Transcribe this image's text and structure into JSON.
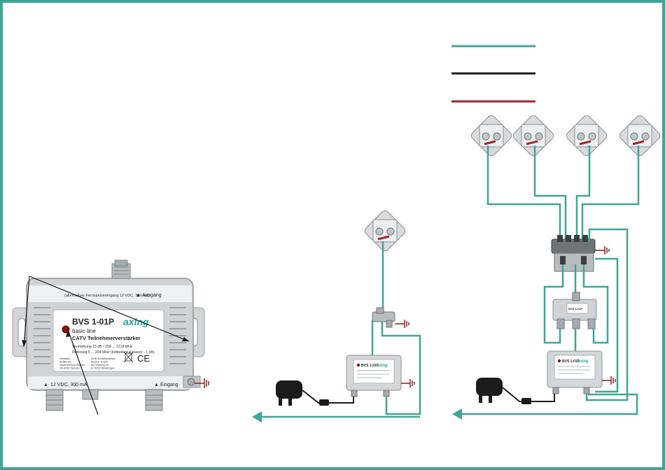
{
  "colors": {
    "teal": "#3fa597",
    "black": "#1b1b1b",
    "red": "#a0262d",
    "frame": "#3fa597",
    "device_body": "#c9cdd0",
    "label_bg": "#ffffff",
    "axing_teal": "#2aa39a",
    "ground": "#8a1d23"
  },
  "legend": {
    "lines": [
      "teal",
      "black",
      "red"
    ]
  },
  "amplifier": {
    "model": "BVS 1-01P",
    "brand": "axing",
    "series": "basic-line",
    "product": "CATV Teilnehmerverstärker",
    "spec_gain": "Verstärkung 15 dB / 258 ... 1218 MHz",
    "spec_return": "Rückweg 5 ... 204 MHz (bidirektional passiv - 1 dB)",
    "top_note": "(alternativer Fernspeiseeingang 12 VDC, 300 mA)",
    "output_label": "Ausgang",
    "input_label": "Eingang",
    "power_label": "12 VDC, 300 mA",
    "maker_col1": [
      "Hersteller:",
      "AXING AG",
      "Gewerbehaus Moskau",
      "CH-8262 Ramsen"
    ],
    "maker_col2": [
      "EWR-Kontaktadresse:",
      "Bedörer GmbH",
      "Am Weiberg 44",
      "D-78239 Rielasingen"
    ],
    "ce_mark": "CE",
    "weee_icon": "crossed-bin-icon"
  },
  "icons": {
    "wall_outlet": "tv-outlet-icon",
    "ground": "ground-symbol-icon",
    "power_supply": "power-adapter-icon",
    "arrow": "signal-arrow-icon",
    "splitter": "splitter-icon",
    "tap": "multi-tap-icon"
  },
  "small_device": {
    "model": "BVS 1-01P",
    "brand": "axing"
  },
  "splitter_device": {
    "model": "BVS 1-01P"
  }
}
